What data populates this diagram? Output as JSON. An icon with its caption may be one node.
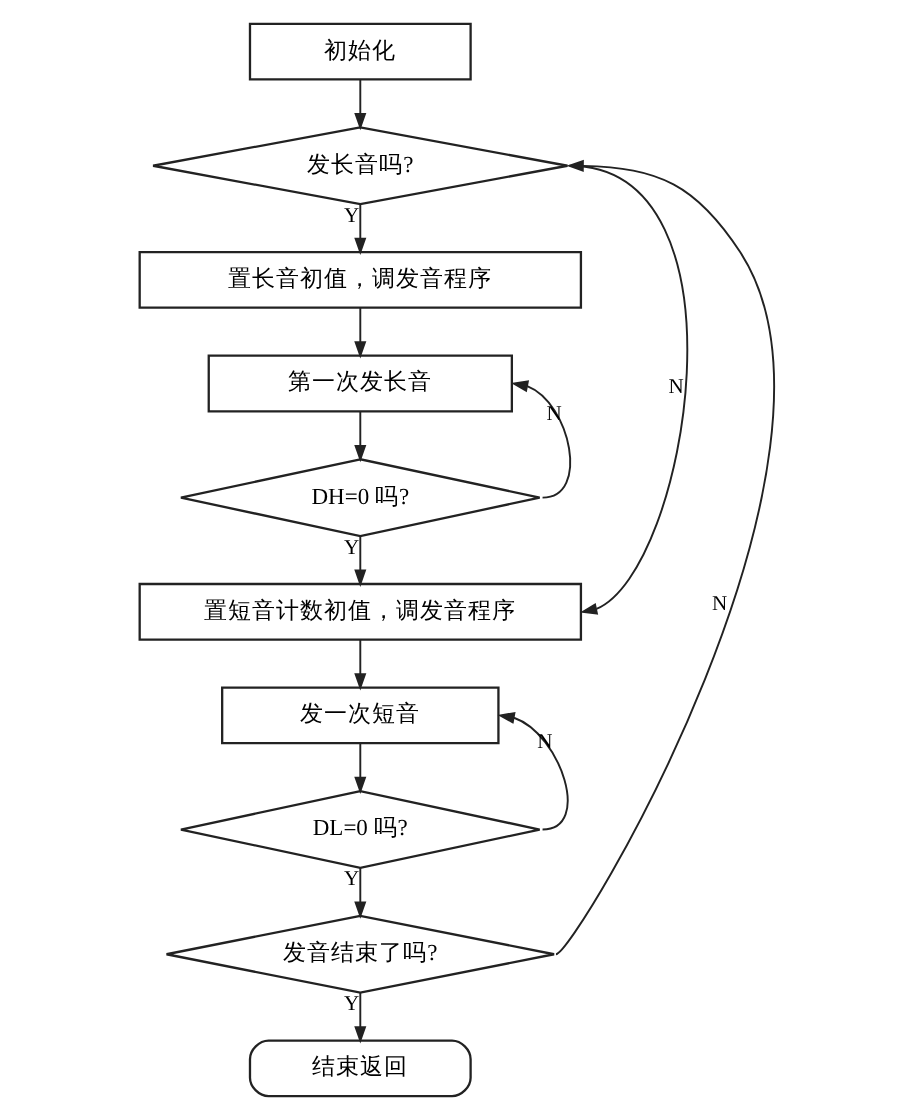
{
  "diagram": {
    "nodes": [
      {
        "text": [
          "初始化"
        ]
      },
      {
        "text": [
          "发长音吗?"
        ]
      },
      {
        "text": [
          "置长音初值，调发音程序"
        ]
      },
      {
        "text": [
          "第一次发长音"
        ]
      },
      {
        "text": [
          "DH=0 吗?"
        ]
      },
      {
        "text": [
          "置短音计数初值，调发音程序"
        ]
      },
      {
        "text": [
          "发一次短音"
        ]
      },
      {
        "text": [
          "DL=0 吗?"
        ]
      },
      {
        "text": [
          "发音结束了吗?"
        ]
      },
      {
        "text": [
          "结束返回"
        ]
      }
    ],
    "edges": [
      {
        "from": 0,
        "to": 1,
        "arrow": "to"
      },
      {
        "from": 1,
        "to": 2,
        "arrow": "to",
        "label": "Y"
      },
      {
        "from": 2,
        "to": 3,
        "arrow": "to"
      },
      {
        "from": 3,
        "to": 4,
        "arrow": "to"
      },
      {
        "from": 4,
        "to": 3,
        "arrow": "to",
        "label": "N"
      },
      {
        "from": 4,
        "to": 5,
        "arrow": "to",
        "label": "Y"
      },
      {
        "from": 1,
        "to": 5,
        "arrow": "to",
        "label": "N"
      },
      {
        "from": 5,
        "to": 6,
        "arrow": "to"
      },
      {
        "from": 6,
        "to": 7,
        "arrow": "to"
      },
      {
        "from": 7,
        "to": 6,
        "arrow": "to",
        "label": "N"
      },
      {
        "from": 7,
        "to": 8,
        "arrow": "to",
        "label": "Y"
      },
      {
        "from": 8,
        "to": 1,
        "arrow": "to",
        "label": "N"
      },
      {
        "from": 8,
        "to": 9,
        "arrow": "to",
        "label": "Y"
      }
    ]
  }
}
